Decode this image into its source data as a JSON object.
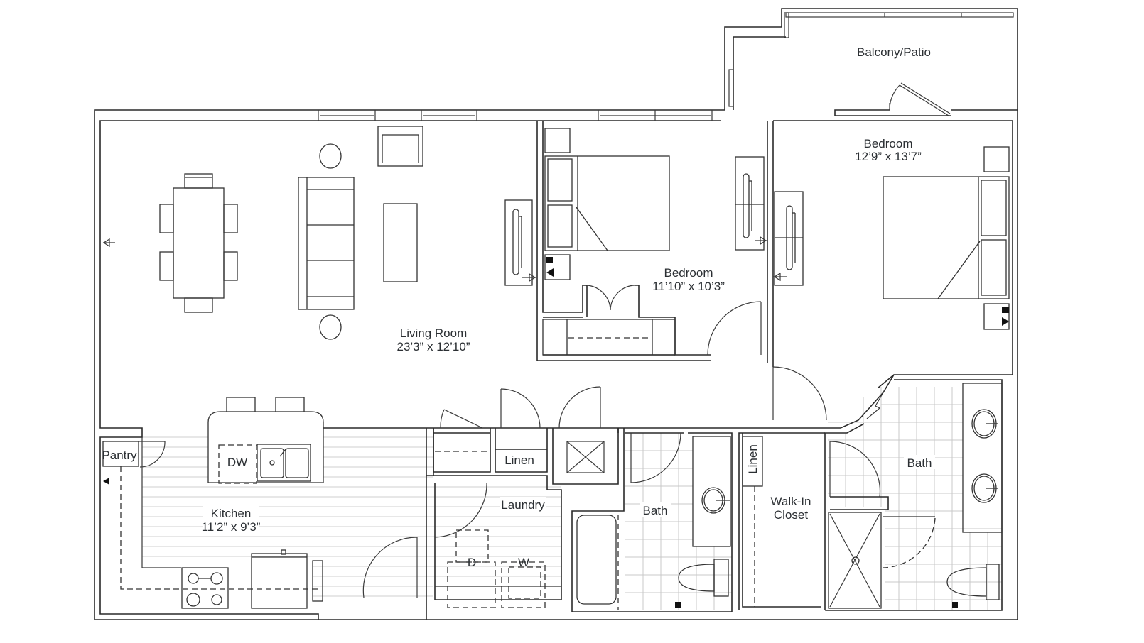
{
  "plan": {
    "rooms": {
      "balcony": {
        "name": "Balcony/Patio"
      },
      "bedroom_master": {
        "name": "Bedroom",
        "dims": "12’9” x 13’7”"
      },
      "bedroom_second": {
        "name": "Bedroom",
        "dims": "11’10” x 10’3”"
      },
      "living": {
        "name": "Living Room",
        "dims": "23’3” x 12’10”"
      },
      "kitchen": {
        "name": "Kitchen",
        "dims": "11’2” x 9’3”"
      },
      "laundry": {
        "name": "Laundry"
      },
      "bath_hall": {
        "name": "Bath"
      },
      "bath_master": {
        "name": "Bath"
      },
      "walkin": {
        "name_line1": "Walk-In",
        "name_line2": "Closet"
      },
      "pantry": {
        "name": "Pantry"
      },
      "linen_hall": {
        "name": "Linen"
      },
      "linen_closet": {
        "name": "Linen"
      }
    },
    "appliances": {
      "dishwasher": "DW",
      "dryer": "D",
      "washer": "W"
    },
    "colors": {
      "wall": "#2a2a2a",
      "text": "#2b2f33",
      "tile_grid": "#c9c9c9",
      "floor_lines": "#cfcfcf",
      "background": "#ffffff"
    }
  }
}
